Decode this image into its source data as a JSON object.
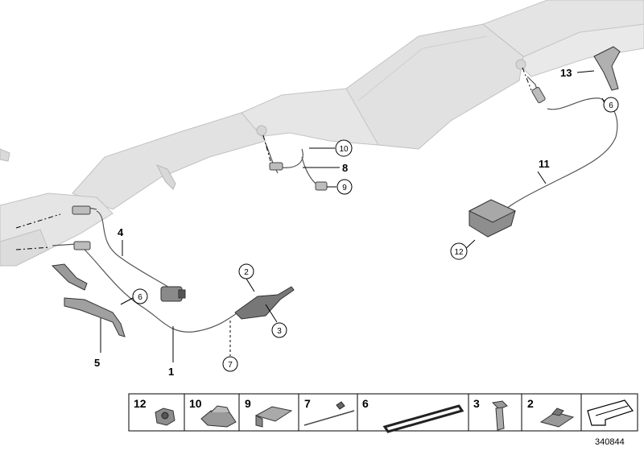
{
  "callouts": {
    "c1": "1",
    "c2": "2",
    "c3": "3",
    "c4": "4",
    "c5": "5",
    "c6a": "6",
    "c6b": "6",
    "c7": "7",
    "c8": "8",
    "c9": "9",
    "c10": "10",
    "c11": "11",
    "c12": "12",
    "c13": "13"
  },
  "parts_strip": [
    {
      "number": "12",
      "part": "nut"
    },
    {
      "number": "10",
      "part": "clip-holder"
    },
    {
      "number": "9",
      "part": "bracket"
    },
    {
      "number": "7",
      "part": "cable-tie"
    },
    {
      "number": "6",
      "part": "grommet-strip"
    },
    {
      "number": "3",
      "part": "bolt"
    },
    {
      "number": "2",
      "part": "spring-nut"
    }
  ],
  "doc_number": "340844",
  "colors": {
    "exhaust_fill": "#e3e3e3",
    "exhaust_stroke": "#c2c2c2",
    "wire": "#555555",
    "line": "#000000"
  },
  "icons": [
    "arrow-icon"
  ]
}
